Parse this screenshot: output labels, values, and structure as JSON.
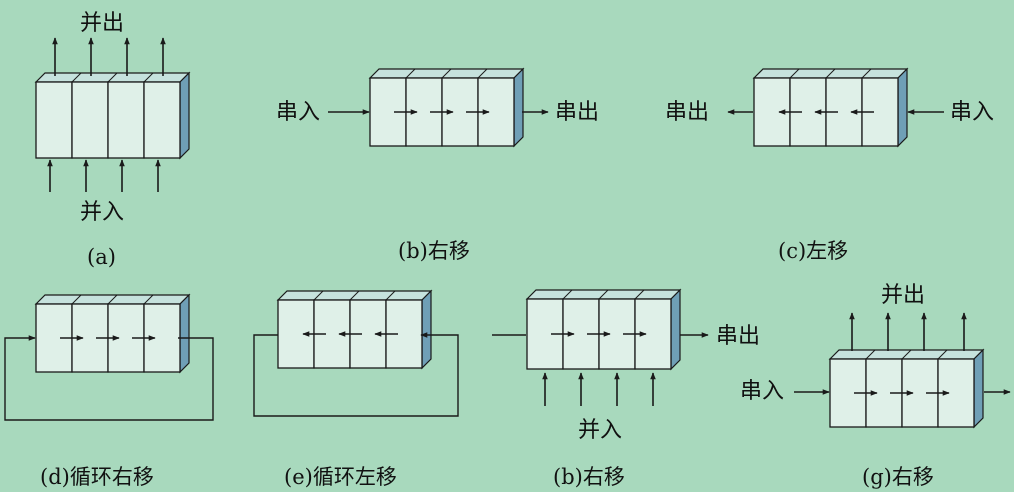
{
  "background": "#a8d9bd",
  "colors": {
    "cell_front": "#dff0e8",
    "cell_top": "#c6e2dd",
    "cell_side": "#6f9fb6",
    "stroke": "#1a1a1a"
  },
  "labels": {
    "parallel_out": "并出",
    "parallel_in": "并入",
    "serial_in": "串入",
    "serial_out": "串出"
  },
  "panels": [
    {
      "id": "a",
      "caption": "(a)",
      "shift": "none",
      "parallel_in": true,
      "parallel_out": true
    },
    {
      "id": "b",
      "caption": "(b)右移",
      "shift": "right",
      "serial_in": true,
      "serial_out": true
    },
    {
      "id": "c",
      "caption": "(c)左移",
      "shift": "left",
      "serial_in": true,
      "serial_out": true
    },
    {
      "id": "d",
      "caption": "(d)循环右移",
      "shift": "right",
      "loop": true
    },
    {
      "id": "e",
      "caption": "(e)循环左移",
      "shift": "left",
      "loop": true
    },
    {
      "id": "f",
      "caption": "(b)右移",
      "shift": "right",
      "parallel_in": true,
      "serial_out": true
    },
    {
      "id": "g",
      "caption": "(g)右移",
      "shift": "right",
      "serial_in": true,
      "parallel_out": true,
      "serial_out_bare": true
    }
  ]
}
